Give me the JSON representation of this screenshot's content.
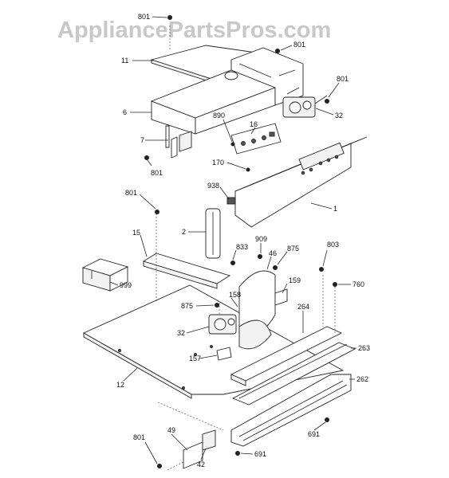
{
  "watermark": "AppliancePartsPros.com",
  "callouts": [
    {
      "id": "c801a",
      "text": "801"
    },
    {
      "id": "c11",
      "text": "11"
    },
    {
      "id": "c801b",
      "text": "801"
    },
    {
      "id": "c801c",
      "text": "801"
    },
    {
      "id": "c32a",
      "text": "32"
    },
    {
      "id": "c6",
      "text": "6"
    },
    {
      "id": "c890",
      "text": "890"
    },
    {
      "id": "c16",
      "text": "16"
    },
    {
      "id": "c7",
      "text": "7"
    },
    {
      "id": "c801d",
      "text": "801"
    },
    {
      "id": "c170",
      "text": "170"
    },
    {
      "id": "c938",
      "text": "938"
    },
    {
      "id": "c1",
      "text": "1"
    },
    {
      "id": "c801e",
      "text": "801"
    },
    {
      "id": "c2",
      "text": "2"
    },
    {
      "id": "c15",
      "text": "15"
    },
    {
      "id": "c909",
      "text": "909"
    },
    {
      "id": "c833",
      "text": "833"
    },
    {
      "id": "c46",
      "text": "46"
    },
    {
      "id": "c875a",
      "text": "875"
    },
    {
      "id": "c803",
      "text": "803"
    },
    {
      "id": "c999",
      "text": "999"
    },
    {
      "id": "c159",
      "text": "159"
    },
    {
      "id": "c760",
      "text": "760"
    },
    {
      "id": "c158",
      "text": "158"
    },
    {
      "id": "c875b",
      "text": "875"
    },
    {
      "id": "c264",
      "text": "264"
    },
    {
      "id": "c32b",
      "text": "32"
    },
    {
      "id": "c263",
      "text": "263"
    },
    {
      "id": "c157",
      "text": "157"
    },
    {
      "id": "c262",
      "text": "262"
    },
    {
      "id": "c12",
      "text": "12"
    },
    {
      "id": "c691a",
      "text": "691"
    },
    {
      "id": "c801f",
      "text": "801"
    },
    {
      "id": "c49",
      "text": "49"
    },
    {
      "id": "c42",
      "text": "42"
    },
    {
      "id": "c691b",
      "text": "691"
    }
  ]
}
